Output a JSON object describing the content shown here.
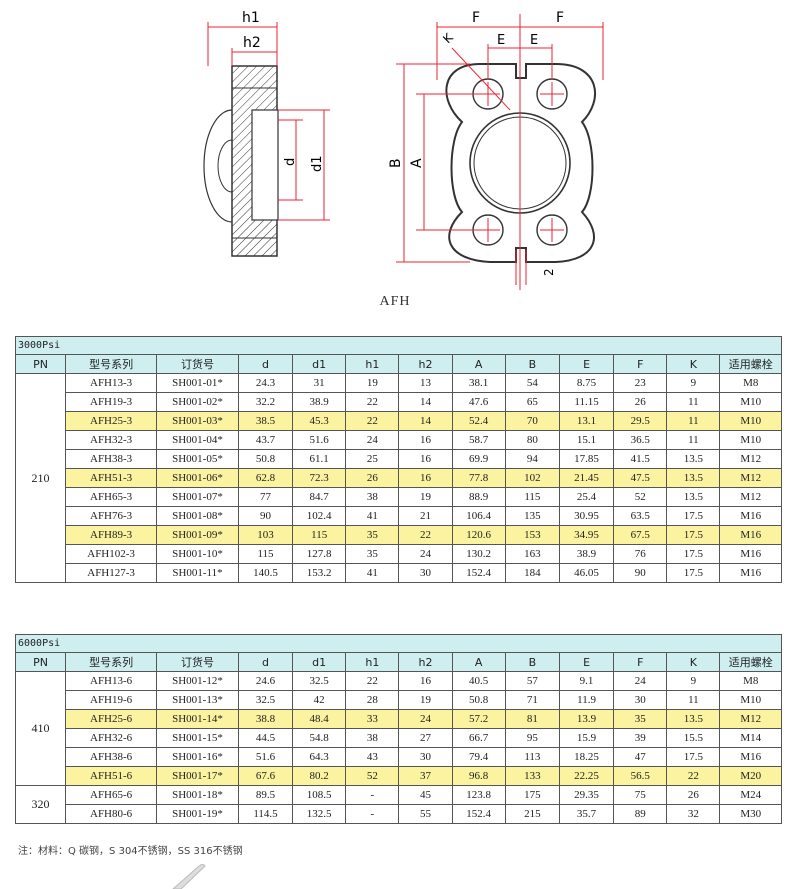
{
  "drawing": {
    "left_view": {
      "h1": "h1",
      "h2": "h2",
      "d": "d",
      "d1": "d1"
    },
    "right_view": {
      "F": "F",
      "E": "E",
      "K": "K",
      "B": "B",
      "A": "A",
      "depth": "2"
    }
  },
  "caption": "AFH",
  "headers": [
    "PN",
    "型号系列",
    "订货号",
    "d",
    "d1",
    "h1",
    "h2",
    "A",
    "B",
    "E",
    "F",
    "K",
    "适用螺栓"
  ],
  "highlight_color": "#fbf3a0",
  "header_color": "#cfeef0",
  "table_3000": {
    "title": "3000Psi",
    "groups": [
      {
        "pn": "210",
        "rows": [
          {
            "cells": [
              "AFH13-3",
              "SH001-01*",
              "24.3",
              "31",
              "19",
              "13",
              "38.1",
              "54",
              "8.75",
              "23",
              "9",
              "M8"
            ],
            "highlight": false
          },
          {
            "cells": [
              "AFH19-3",
              "SH001-02*",
              "32.2",
              "38.9",
              "22",
              "14",
              "47.6",
              "65",
              "11.15",
              "26",
              "11",
              "M10"
            ],
            "highlight": false
          },
          {
            "cells": [
              "AFH25-3",
              "SH001-03*",
              "38.5",
              "45.3",
              "22",
              "14",
              "52.4",
              "70",
              "13.1",
              "29.5",
              "11",
              "M10"
            ],
            "highlight": true
          },
          {
            "cells": [
              "AFH32-3",
              "SH001-04*",
              "43.7",
              "51.6",
              "24",
              "16",
              "58.7",
              "80",
              "15.1",
              "36.5",
              "11",
              "M10"
            ],
            "highlight": false
          },
          {
            "cells": [
              "AFH38-3",
              "SH001-05*",
              "50.8",
              "61.1",
              "25",
              "16",
              "69.9",
              "94",
              "17.85",
              "41.5",
              "13.5",
              "M12"
            ],
            "highlight": false
          },
          {
            "cells": [
              "AFH51-3",
              "SH001-06*",
              "62.8",
              "72.3",
              "26",
              "16",
              "77.8",
              "102",
              "21.45",
              "47.5",
              "13.5",
              "M12"
            ],
            "highlight": true
          },
          {
            "cells": [
              "AFH65-3",
              "SH001-07*",
              "77",
              "84.7",
              "38",
              "19",
              "88.9",
              "115",
              "25.4",
              "52",
              "13.5",
              "M12"
            ],
            "highlight": false
          },
          {
            "cells": [
              "AFH76-3",
              "SH001-08*",
              "90",
              "102.4",
              "41",
              "21",
              "106.4",
              "135",
              "30.95",
              "63.5",
              "17.5",
              "M16"
            ],
            "highlight": false
          },
          {
            "cells": [
              "AFH89-3",
              "SH001-09*",
              "103",
              "115",
              "35",
              "22",
              "120.6",
              "153",
              "34.95",
              "67.5",
              "17.5",
              "M16"
            ],
            "highlight": true
          },
          {
            "cells": [
              "AFH102-3",
              "SH001-10*",
              "115",
              "127.8",
              "35",
              "24",
              "130.2",
              "163",
              "38.9",
              "76",
              "17.5",
              "M16"
            ],
            "highlight": false
          },
          {
            "cells": [
              "AFH127-3",
              "SH001-11*",
              "140.5",
              "153.2",
              "41",
              "30",
              "152.4",
              "184",
              "46.05",
              "90",
              "17.5",
              "M16"
            ],
            "highlight": false
          }
        ]
      }
    ]
  },
  "table_6000": {
    "title": "6000Psi",
    "groups": [
      {
        "pn": "410",
        "rows": [
          {
            "cells": [
              "AFH13-6",
              "SH001-12*",
              "24.6",
              "32.5",
              "22",
              "16",
              "40.5",
              "57",
              "9.1",
              "24",
              "9",
              "M8"
            ],
            "highlight": false
          },
          {
            "cells": [
              "AFH19-6",
              "SH001-13*",
              "32.5",
              "42",
              "28",
              "19",
              "50.8",
              "71",
              "11.9",
              "30",
              "11",
              "M10"
            ],
            "highlight": false
          },
          {
            "cells": [
              "AFH25-6",
              "SH001-14*",
              "38.8",
              "48.4",
              "33",
              "24",
              "57.2",
              "81",
              "13.9",
              "35",
              "13.5",
              "M12"
            ],
            "highlight": true
          },
          {
            "cells": [
              "AFH32-6",
              "SH001-15*",
              "44.5",
              "54.8",
              "38",
              "27",
              "66.7",
              "95",
              "15.9",
              "39",
              "15.5",
              "M14"
            ],
            "highlight": false
          },
          {
            "cells": [
              "AFH38-6",
              "SH001-16*",
              "51.6",
              "64.3",
              "43",
              "30",
              "79.4",
              "113",
              "18.25",
              "47",
              "17.5",
              "M16"
            ],
            "highlight": false
          },
          {
            "cells": [
              "AFH51-6",
              "SH001-17*",
              "67.6",
              "80.2",
              "52",
              "37",
              "96.8",
              "133",
              "22.25",
              "56.5",
              "22",
              "M20"
            ],
            "highlight": true
          }
        ]
      },
      {
        "pn": "320",
        "rows": [
          {
            "cells": [
              "AFH65-6",
              "SH001-18*",
              "89.5",
              "108.5",
              "-",
              "45",
              "123.8",
              "175",
              "29.35",
              "75",
              "26",
              "M24"
            ],
            "highlight": false
          },
          {
            "cells": [
              "AFH80-6",
              "SH001-19*",
              "114.5",
              "132.5",
              "-",
              "55",
              "152.4",
              "215",
              "35.7",
              "89",
              "32",
              "M30"
            ],
            "highlight": false
          }
        ]
      }
    ]
  },
  "note": "注：材料：Q 碳钢，S 304不锈钢，SS 316不锈钢"
}
